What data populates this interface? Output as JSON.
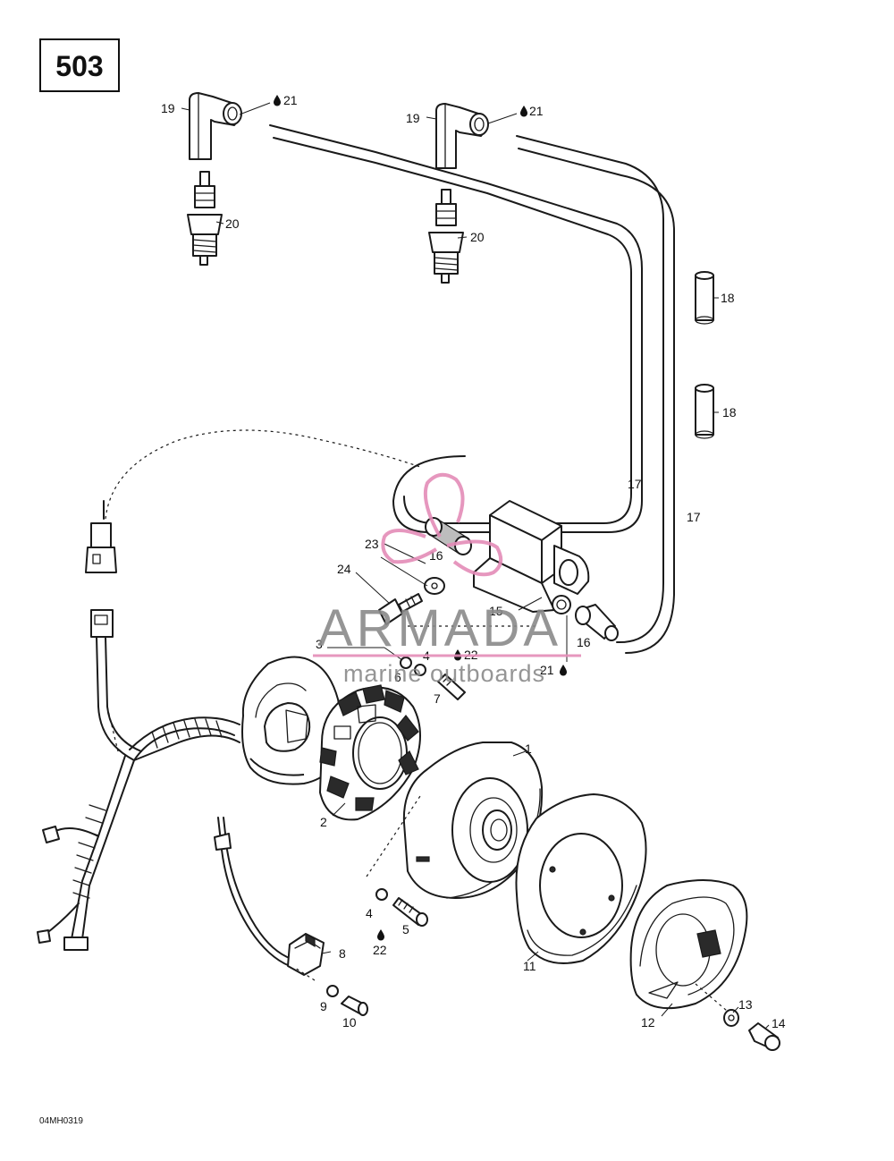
{
  "page_number": "503",
  "drawing_code": "04MH0319",
  "watermark": {
    "brand": "ARMADA",
    "tagline": "marine outboards",
    "accent_color": "#e48cb8"
  },
  "callouts": [
    "1",
    "2",
    "3",
    "4",
    "4",
    "5",
    "6",
    "7",
    "8",
    "9",
    "10",
    "11",
    "12",
    "13",
    "14",
    "15",
    "16",
    "16",
    "17",
    "17",
    "18",
    "18",
    "19",
    "19",
    "20",
    "20",
    "21",
    "21",
    "21",
    "22",
    "22",
    "23",
    "24"
  ],
  "icons": [
    "sealant-drop-icon"
  ]
}
